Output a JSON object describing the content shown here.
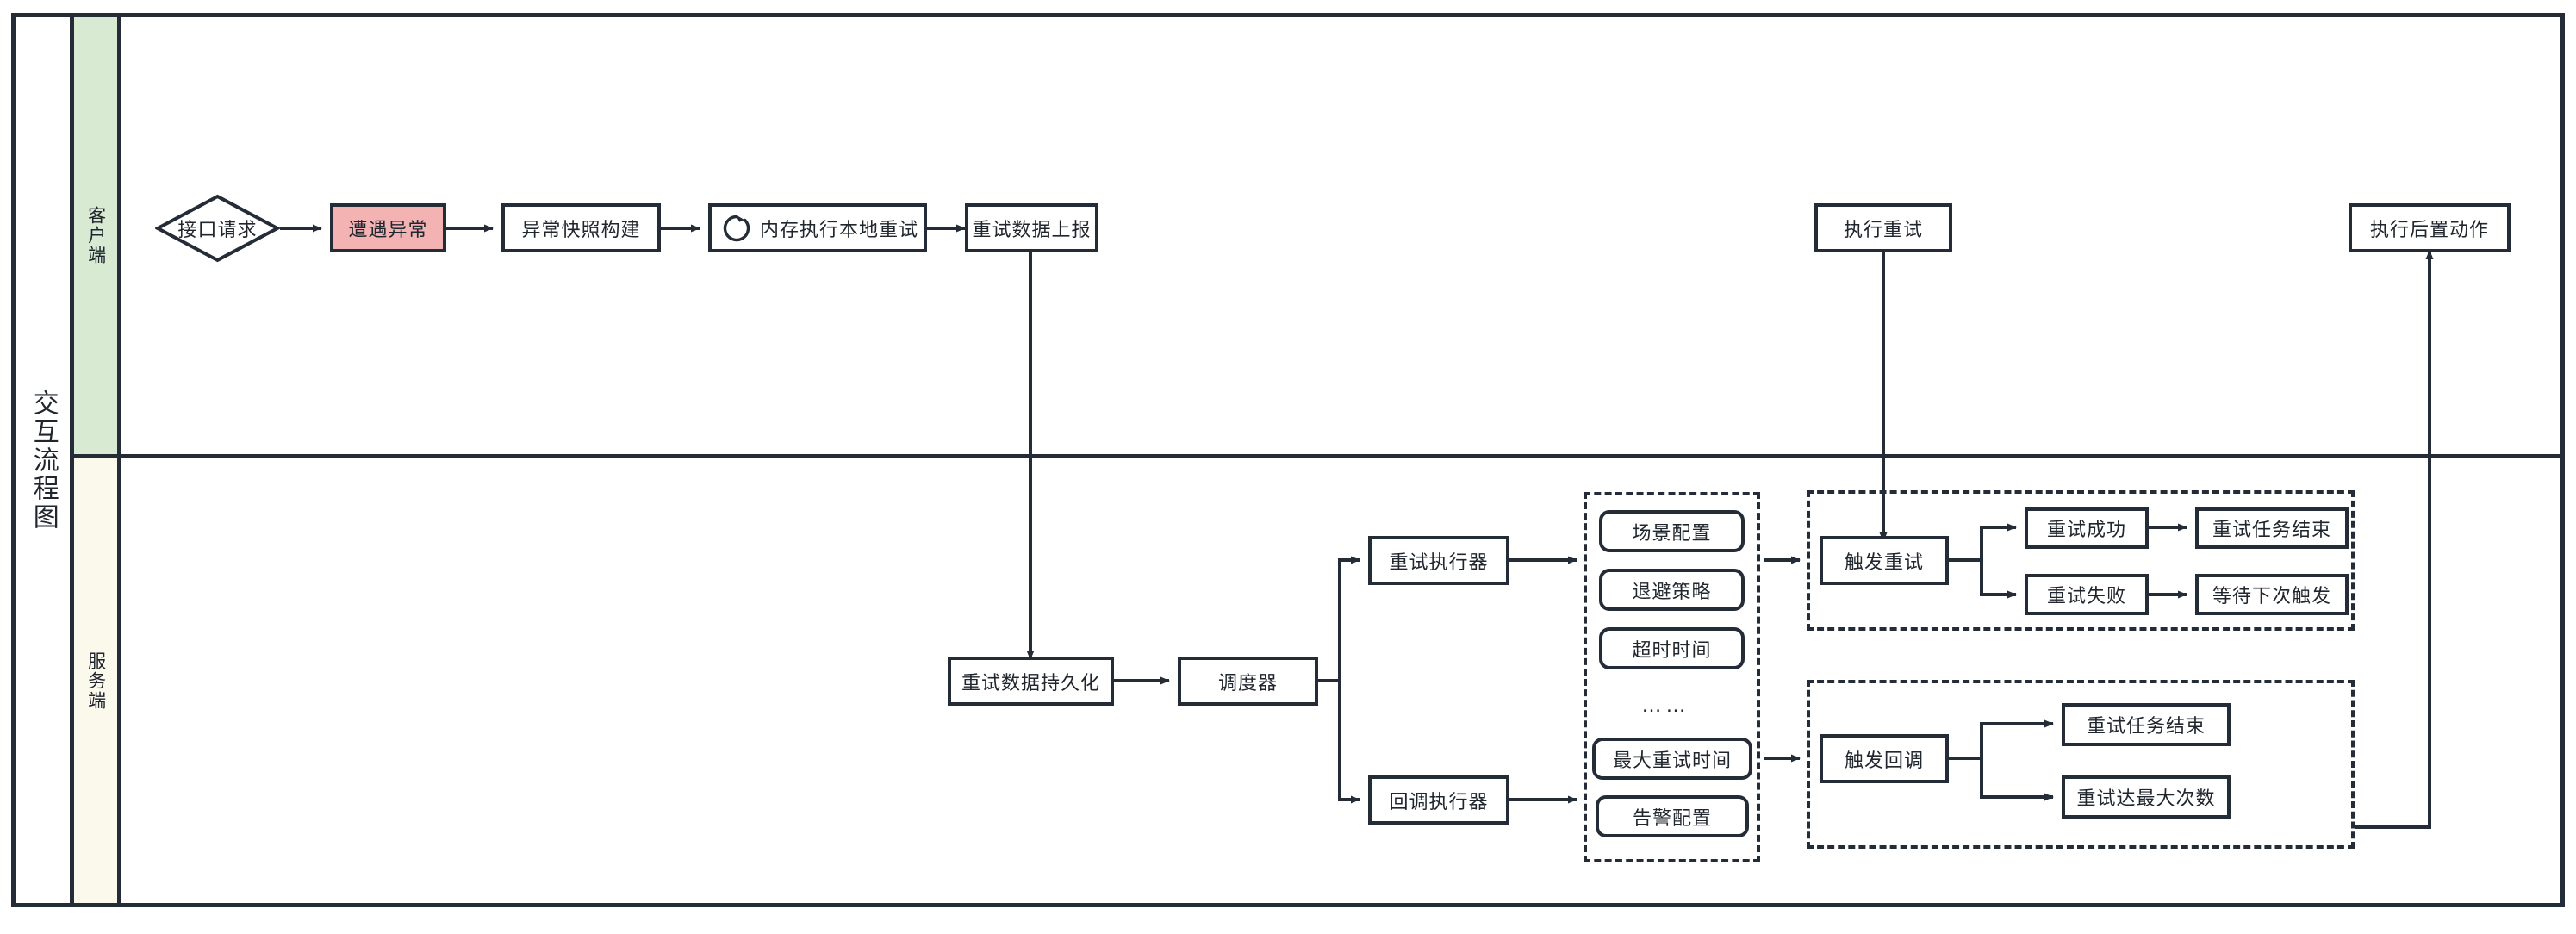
{
  "diagram": {
    "title": "交互流程图",
    "lanes": [
      {
        "id": "client",
        "label": "客户端",
        "color": "#d9ead3"
      },
      {
        "id": "server",
        "label": "服务端",
        "color": "#fbf8ec"
      }
    ]
  },
  "colors": {
    "stroke": "#242c38",
    "client_lane": "#d9ead3",
    "server_lane": "#fbf8ec",
    "accent_node": "#f3b3b3",
    "background": "#ffffff"
  },
  "client_flow": {
    "api_request": "接口请求",
    "encounter_exception": "遭遇异常",
    "exception_snapshot": "异常快照构建",
    "local_retry": "内存执行本地重试",
    "retry_data_report": "重试数据上报",
    "execute_retry": "执行重试",
    "execute_post_action": "执行后置动作"
  },
  "server_flow": {
    "retry_data_persist": "重试数据持久化",
    "scheduler": "调度器",
    "retry_executor": "重试执行器",
    "callback_executor": "回调执行器"
  },
  "config_group": {
    "items": [
      "场景配置",
      "退避策略",
      "超时时间"
    ],
    "ellipsis": "……",
    "items_tail": [
      "最大重试时间",
      "告警配置"
    ]
  },
  "retry_group": {
    "trigger": "触发重试",
    "success": "重试成功",
    "success_next": "重试任务结束",
    "failure": "重试失败",
    "failure_next": "等待下次触发"
  },
  "callback_group": {
    "trigger": "触发回调",
    "task_finished": "重试任务结束",
    "max_attempts": "重试达最大次数"
  },
  "icons": {
    "local_retry": "loop-arrow-icon"
  }
}
